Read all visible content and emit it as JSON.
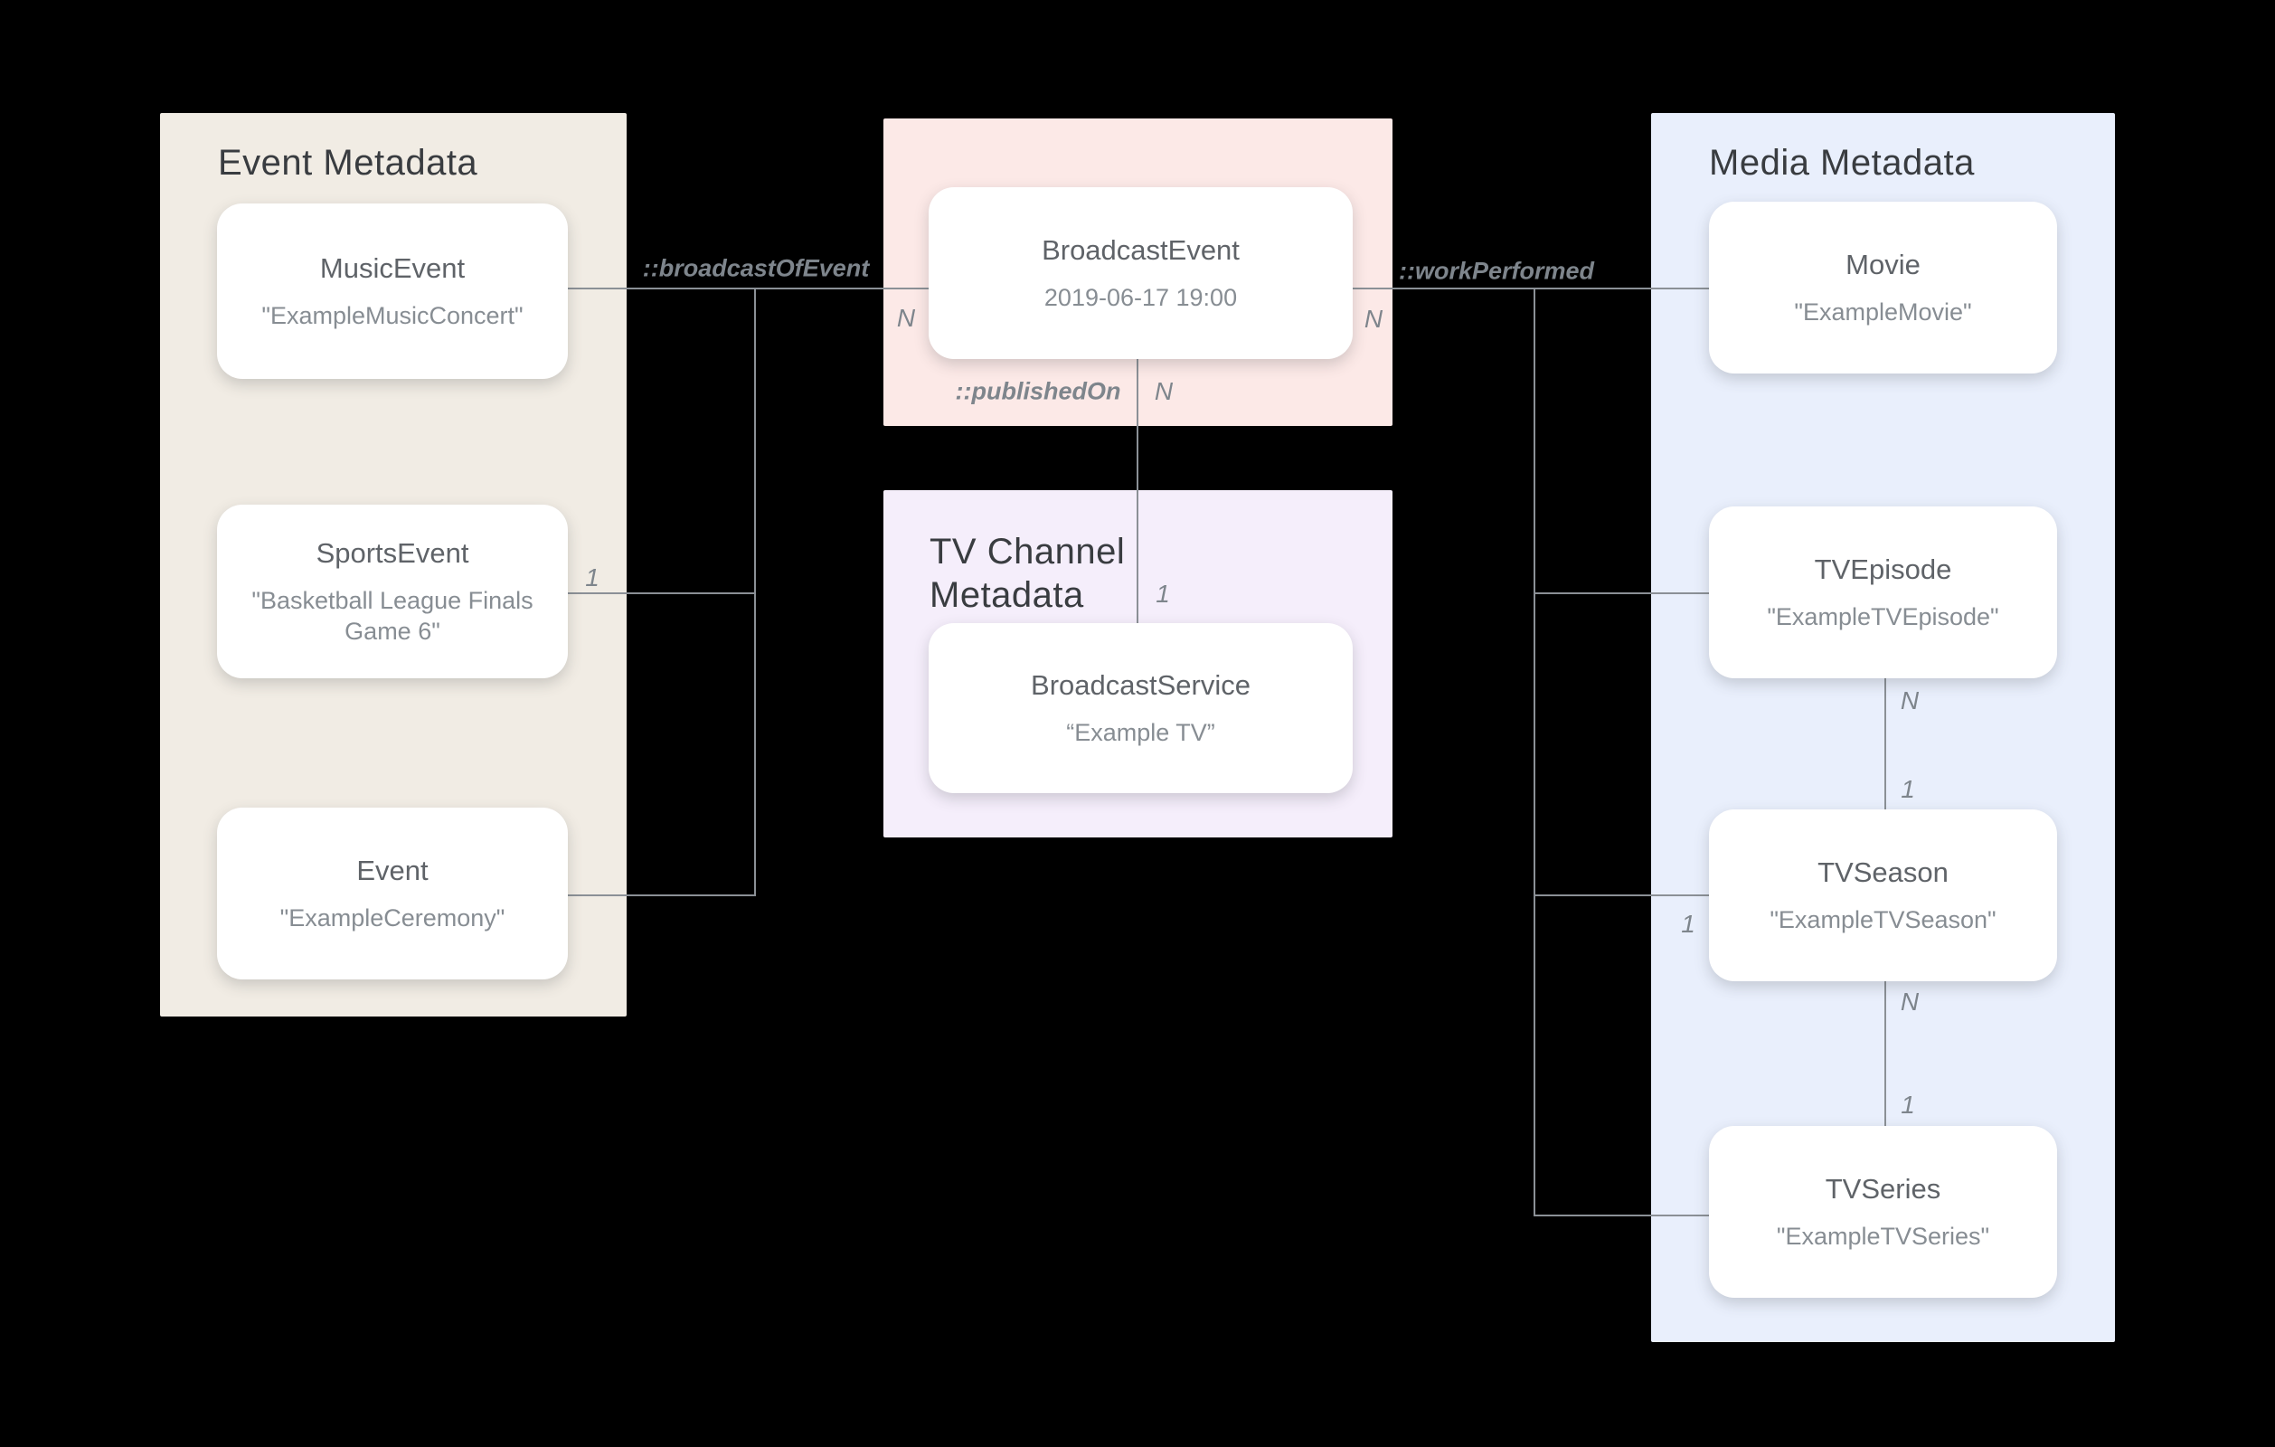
{
  "colors": {
    "background": "#000000",
    "event_metadata_panel": "#f1ece4",
    "broadcast_event_panel": "#fce9e7",
    "tv_channel_panel": "#f5eefb",
    "media_metadata_panel": "#e9effc",
    "card_background": "#ffffff",
    "connector_line": "#8b9096",
    "panel_title_text": "#393c40",
    "card_title_text": "#5f6368",
    "card_value_text": "#878d93",
    "relation_label_text": "#7e858c"
  },
  "panels": {
    "event_metadata": {
      "title": "Event Metadata"
    },
    "tv_channel_metadata": {
      "title": "TV Channel Metadata"
    },
    "media_metadata": {
      "title": "Media Metadata"
    }
  },
  "cards": {
    "music_event": {
      "name": "MusicEvent",
      "value": "\"ExampleMusicConcert\""
    },
    "sports_event": {
      "name": "SportsEvent",
      "value": "\"Basketball League Finals Game 6\""
    },
    "event": {
      "name": "Event",
      "value": "\"ExampleCeremony\""
    },
    "broadcast_event": {
      "name": "BroadcastEvent",
      "value": "2019-06-17 19:00"
    },
    "broadcast_service": {
      "name": "BroadcastService",
      "value": "“Example TV”"
    },
    "movie": {
      "name": "Movie",
      "value": "\"ExampleMovie\""
    },
    "tv_episode": {
      "name": "TVEpisode",
      "value": "\"ExampleTVEpisode\""
    },
    "tv_season": {
      "name": "TVSeason",
      "value": "\"ExampleTVSeason\""
    },
    "tv_series": {
      "name": "TVSeries",
      "value": "\"ExampleTVSeries\""
    }
  },
  "relations": {
    "broadcast_of_event": {
      "label": "::broadcastOfEvent",
      "n": "N",
      "one": "1"
    },
    "published_on": {
      "label": "::publishedOn",
      "n": "N",
      "one": "1"
    },
    "work_performed": {
      "label": "::workPerformed",
      "n": "N",
      "one": "1"
    },
    "episode_to_season": {
      "n": "N",
      "one": "1"
    },
    "season_to_series": {
      "n": "N",
      "one": "1"
    }
  }
}
